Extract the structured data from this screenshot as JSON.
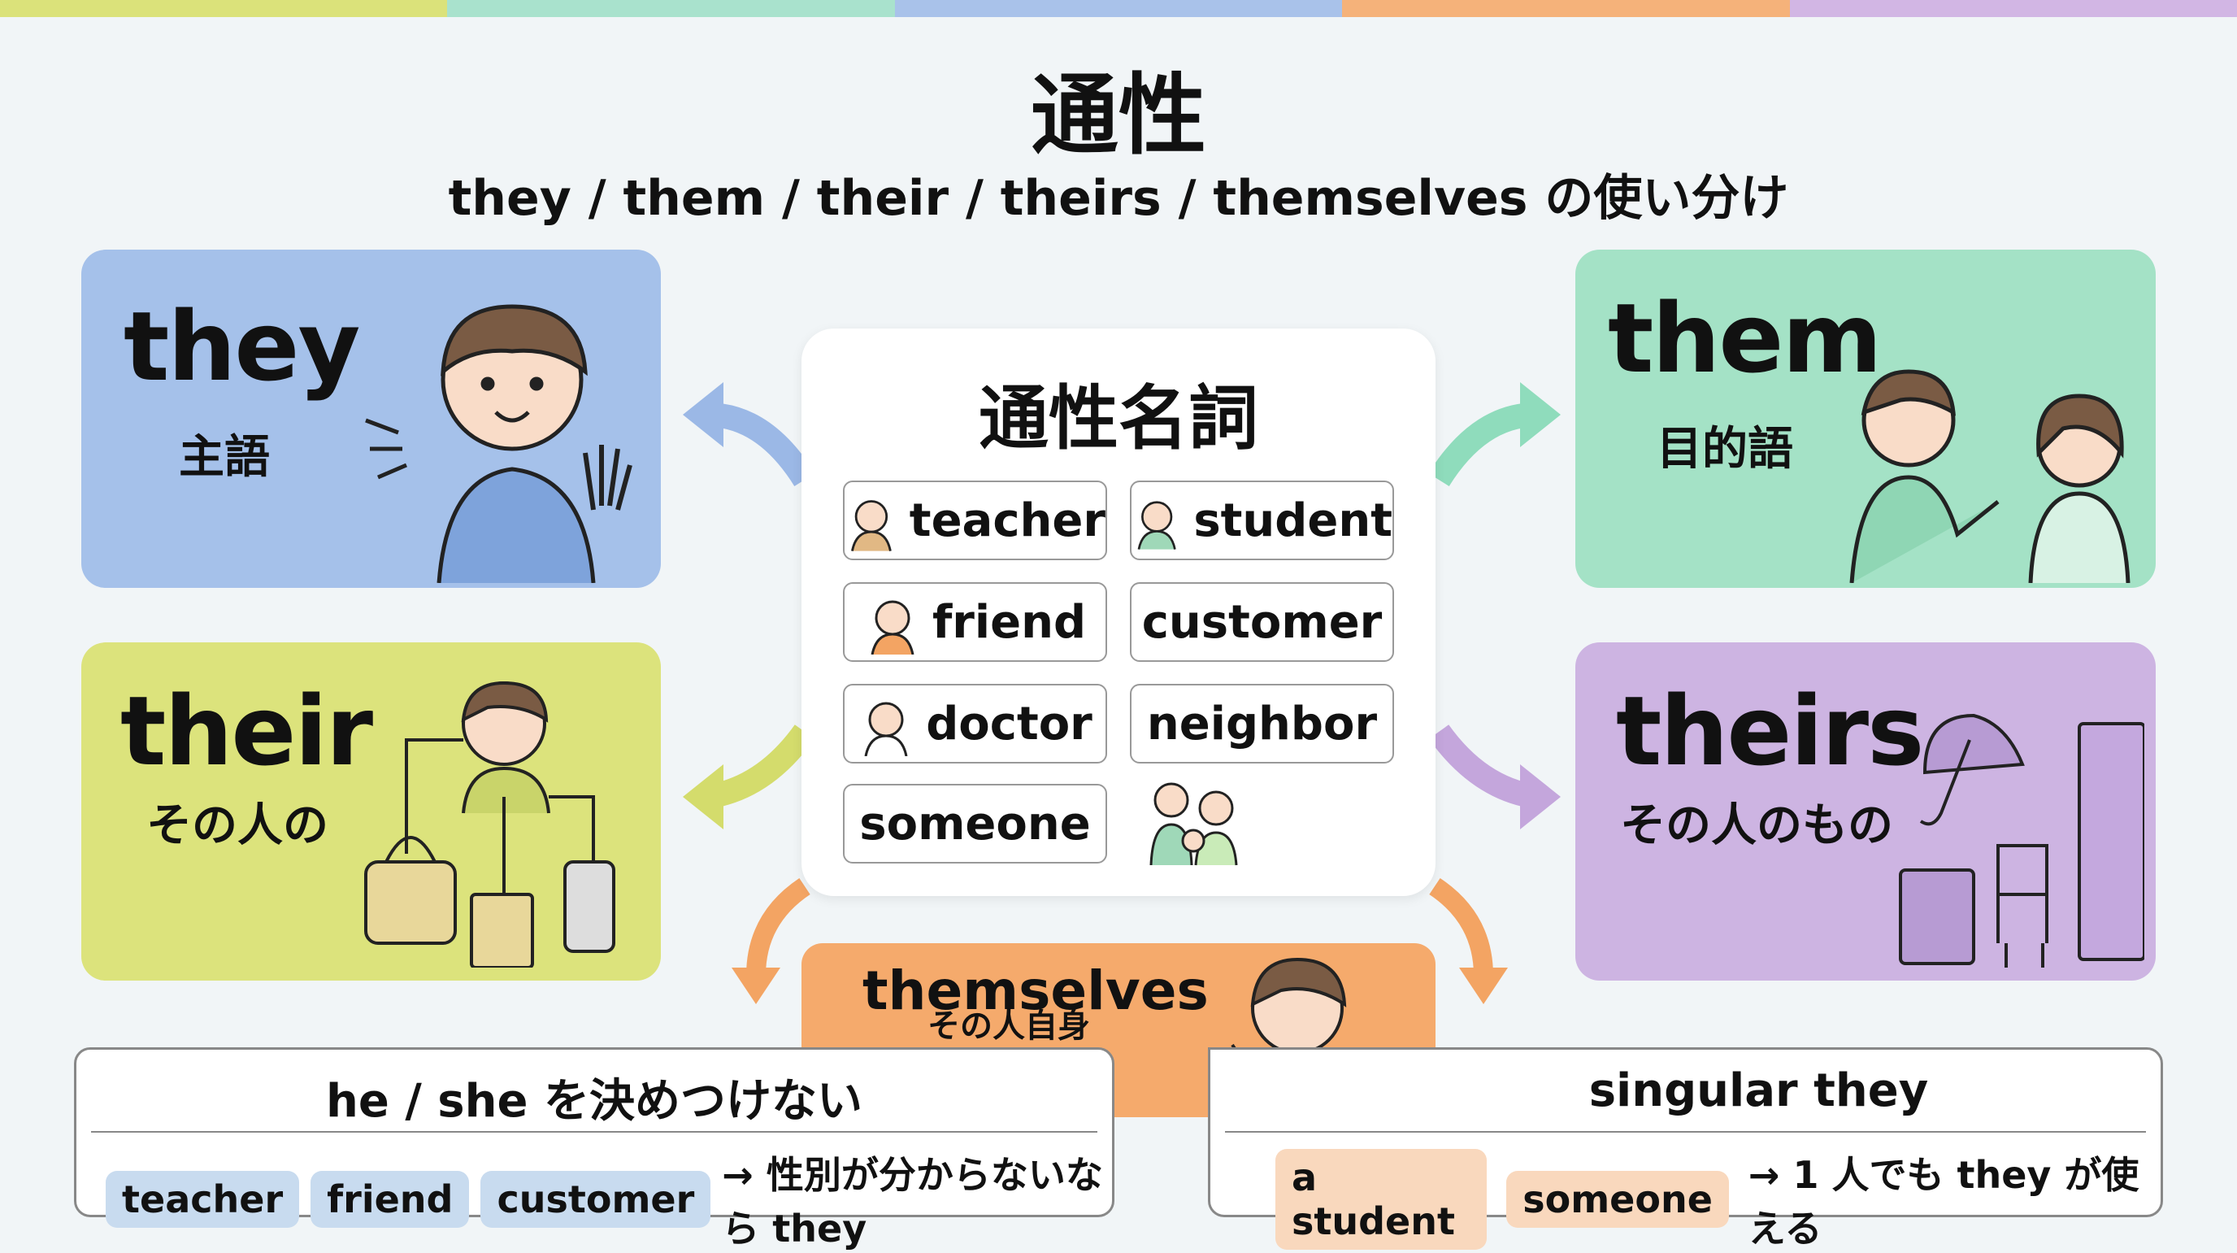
{
  "colors": {
    "bar": [
      "#dbe27a",
      "#a9e2cd",
      "#a9c2ea",
      "#f5b27a",
      "#d2b6e4"
    ],
    "they": "#a5c1ea",
    "them": "#a4e2c6",
    "their": "#dce37c",
    "theirs": "#cdb4e2",
    "themselves": "#f5aa6c",
    "blue_chip": "#c8dbef",
    "orange_chip": "#f9d8bd"
  },
  "title": "通性",
  "subtitle": "they / them / their / theirs / themselves の使い分け",
  "cards": {
    "they": {
      "word": "they",
      "meaning": "主語"
    },
    "them": {
      "word": "them",
      "meaning": "目的語"
    },
    "their": {
      "word": "their",
      "meaning": "その人の"
    },
    "theirs": {
      "word": "theirs",
      "meaning": "その人のもの"
    },
    "themselves": {
      "word": "themselves",
      "meaning": "その人自身"
    }
  },
  "center": {
    "title": "通性名詞",
    "nouns": [
      "teacher",
      "student",
      "friend",
      "customer",
      "doctor",
      "neighbor",
      "someone"
    ]
  },
  "bottom_left": {
    "heading": "he / she を決めつけない",
    "chips": [
      "teacher",
      "friend",
      "customer"
    ],
    "note": "→ 性別が分からないなら they"
  },
  "bottom_right": {
    "heading": "singular they",
    "chips": [
      "a student",
      "someone"
    ],
    "note": "→ 1 人でも they が使える"
  }
}
